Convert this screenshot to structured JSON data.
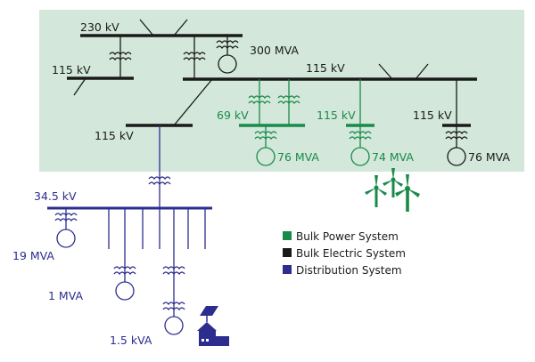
{
  "colors": {
    "background_region": "#d3e8da",
    "bulk_power": "#1a8a4a",
    "bulk_electric": "#1a1a1a",
    "distribution": "#2d2d8f"
  },
  "labels": {
    "bus_230kv": "230 kV",
    "bus_115kv_left": "115 kV",
    "gen_300mva": "300 MVA",
    "bus_115kv_main": "115 kV",
    "bus_115kv_lower": "115 kV",
    "bus_69kv": "69 kV",
    "bus_115kv_green": "115 kV",
    "bus_115kv_right": "115 kV",
    "gen_76mva_green": "76 MVA",
    "gen_74mva": "74 MVA",
    "gen_76mva_black": "76 MVA",
    "bus_34_5kv": "34.5 kV",
    "load_19mva": "19 MVA",
    "load_1mva": "1 MVA",
    "load_1_5kva": "1.5 kVA"
  },
  "legend": [
    {
      "label": "Bulk Power System",
      "color_key": "bulk_power"
    },
    {
      "label": "Bulk Electric System",
      "color_key": "bulk_electric"
    },
    {
      "label": "Distribution System",
      "color_key": "distribution"
    }
  ],
  "icons": {
    "wind_farm": "wind-turbine-icon",
    "solar_house": "solar-house-icon"
  }
}
